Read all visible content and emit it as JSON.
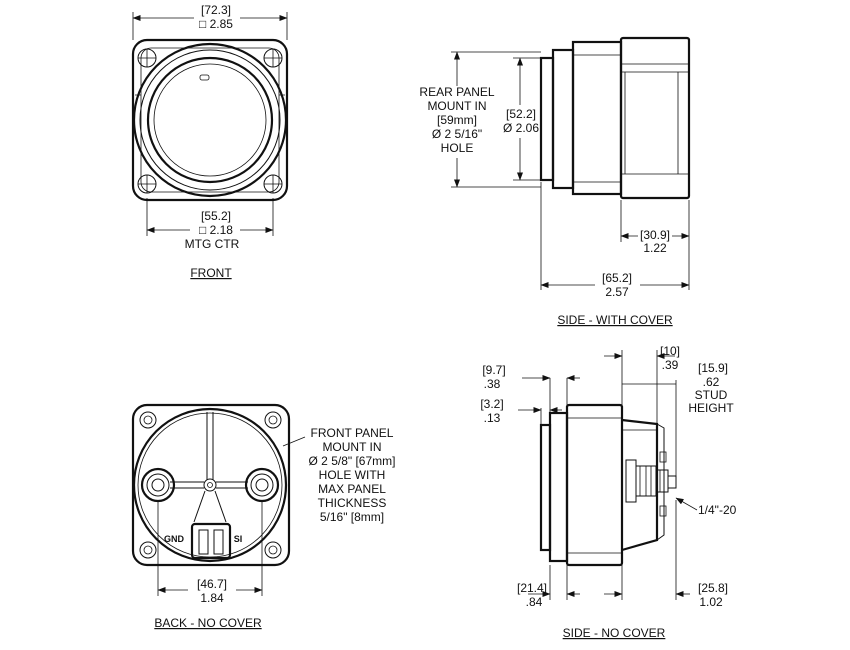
{
  "front": {
    "caption": "FRONT",
    "width_mm": "[72.3]",
    "width_in": "□ 2.85",
    "mtg_mm": "[55.2]",
    "mtg_in": "□ 2.18",
    "mtg_label": "MTG CTR"
  },
  "side_cover": {
    "caption": "SIDE - WITH COVER",
    "note": [
      "REAR PANEL",
      "MOUNT IN",
      "[59mm]",
      "Ø 2 5/16\"",
      "HOLE"
    ],
    "dia_mm": "[52.2]",
    "dia_in": "Ø 2.06",
    "cover_mm": "[30.9]",
    "cover_in": "1.22",
    "depth_mm": "[65.2]",
    "depth_in": "2.57"
  },
  "back": {
    "caption": "BACK - NO COVER",
    "note": [
      "FRONT PANEL",
      "MOUNT IN",
      "Ø 2 5/8\" [67mm]",
      "HOLE WITH",
      "MAX PANEL",
      "THICKNESS",
      "5/16\" [8mm]"
    ],
    "gnd_label": "GND",
    "si_label": "SI",
    "stud_mm": "[46.7]",
    "stud_in": "1.84"
  },
  "side_nocover": {
    "caption": "SIDE - NO COVER",
    "d1_mm": "[9.7]",
    "d1_in": ".38",
    "d2_mm": "[3.2]",
    "d2_in": ".13",
    "d3_mm": "[10]",
    "d3_in": ".39",
    "stud_mm": "[15.9]",
    "stud_in": ".62",
    "stud_label": [
      "STUD",
      "HEIGHT"
    ],
    "thread": "1/4\"-20",
    "d4_mm": "[21.4]",
    "d4_in": ".84",
    "d5_mm": "[25.8]",
    "d5_in": "1.02"
  }
}
